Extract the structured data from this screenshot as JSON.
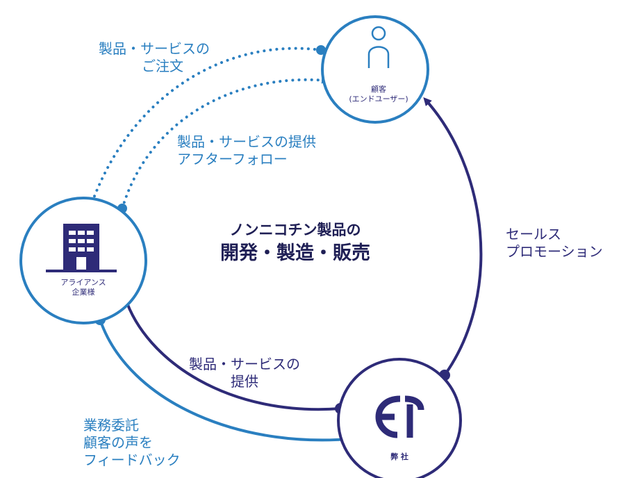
{
  "nodes": {
    "customer": {
      "label_line1": "顧客",
      "label_line2": "(エンドユーザー)",
      "icon": "person-icon"
    },
    "alliance": {
      "label_line1": "アライアンス",
      "label_line2": "企業様",
      "icon": "office-building-icon"
    },
    "company": {
      "label": "弊 社",
      "icon": "et-logo"
    }
  },
  "center": {
    "line1": "ノンニコチン製品の",
    "line2": "開発・製造・販売"
  },
  "arrows": {
    "order": {
      "line1": "製品・サービスの",
      "line2": "ご注文"
    },
    "provide_followup": {
      "line1": "製品・サービスの提供",
      "line2": "アフターフォロー"
    },
    "sales": {
      "line1": "セールス",
      "line2": "プロモーション"
    },
    "provide": {
      "line1": "製品・サービスの",
      "line2": "提供"
    },
    "outsourcing": {
      "line1": "業務委託",
      "line2": "顧客の声を",
      "line3": "フィードバック"
    }
  },
  "colors": {
    "light_blue": "#2a7fc0",
    "navy": "#2e2b78",
    "node_ring": "#2a7fc0"
  }
}
